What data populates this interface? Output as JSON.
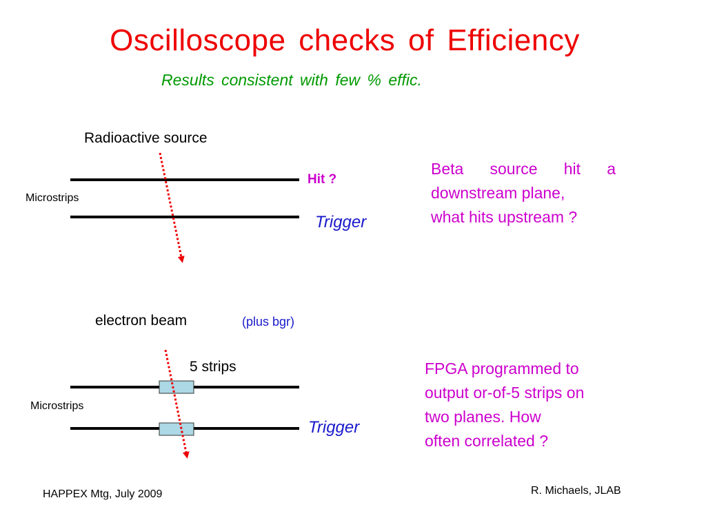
{
  "slide": {
    "title": "Oscilloscope  checks  of  Efficiency",
    "subtitle": "Results   consistent  with  few  %  effic.",
    "footer_left": "HAPPEX  Mtg,  July 2009",
    "footer_right": "R. Michaels,  JLAB"
  },
  "diagram_top": {
    "source_label": "Radioactive source",
    "microstrips_label": "Microstrips",
    "hit_label": "Hit  ?",
    "trigger_label": "Trigger",
    "arrow_color": "#ee0000",
    "description_lines": [
      "Beta   source   hit   a",
      "downstream   plane,",
      "what  hits  upstream ?"
    ]
  },
  "diagram_bottom": {
    "beam_label": "electron    beam",
    "plus_label": "(plus  bgr)",
    "strips_label": "5  strips",
    "microstrips_label": "Microstrips",
    "trigger_label": "Trigger",
    "strip_box_color": "#add8e6",
    "arrow_color": "#ee0000",
    "description_lines": [
      "FPGA  programmed  to",
      "output  or-of-5  strips  on",
      "two  planes.    How",
      "often  correlated  ?"
    ]
  }
}
